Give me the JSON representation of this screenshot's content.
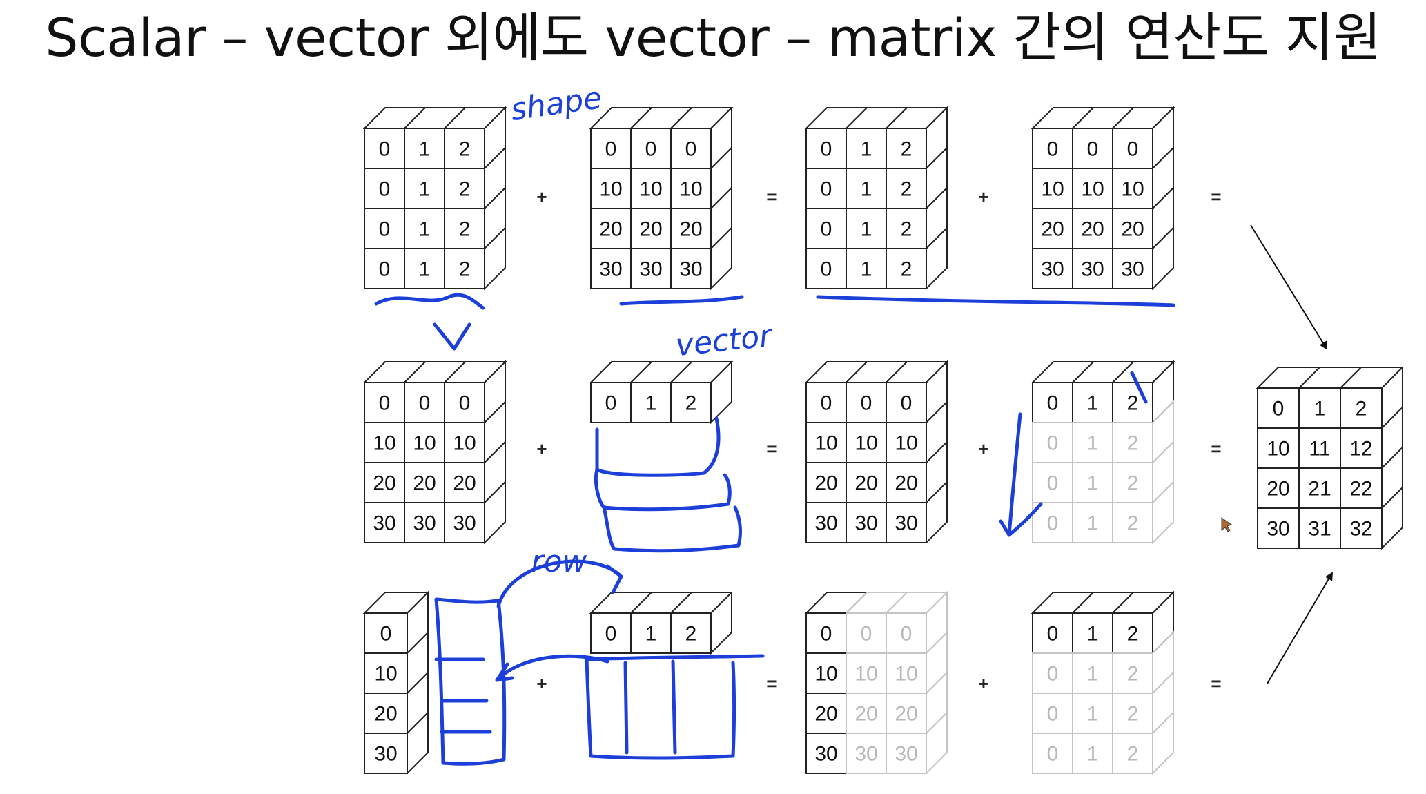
{
  "title": "Scalar – vector 외에도 vector – matrix 간의 연산도 지원",
  "colors": {
    "ink": "#1d3fd9",
    "stroke": "#222222",
    "faded": "#c4c4c4",
    "cell_text": "#111111",
    "faded_text": "#b8b8b8"
  },
  "operators": {
    "plus": "+",
    "equals": "="
  },
  "annotations": {
    "shape": "shape",
    "vector": "vector",
    "row": "row"
  },
  "rows": [
    {
      "row_id": "top",
      "blocks": [
        {
          "id": "a",
          "values": [
            [
              "0",
              "1",
              "2"
            ],
            [
              "0",
              "1",
              "2"
            ],
            [
              "0",
              "1",
              "2"
            ],
            [
              "0",
              "1",
              "2"
            ]
          ],
          "faded": []
        },
        {
          "id": "b",
          "values": [
            [
              "0",
              "0",
              "0"
            ],
            [
              "10",
              "10",
              "10"
            ],
            [
              "20",
              "20",
              "20"
            ],
            [
              "30",
              "30",
              "30"
            ]
          ],
          "faded": []
        },
        {
          "id": "c",
          "values": [
            [
              "0",
              "1",
              "2"
            ],
            [
              "0",
              "1",
              "2"
            ],
            [
              "0",
              "1",
              "2"
            ],
            [
              "0",
              "1",
              "2"
            ]
          ],
          "faded": []
        },
        {
          "id": "d",
          "values": [
            [
              "0",
              "0",
              "0"
            ],
            [
              "10",
              "10",
              "10"
            ],
            [
              "20",
              "20",
              "20"
            ],
            [
              "30",
              "30",
              "30"
            ]
          ],
          "faded": []
        }
      ]
    },
    {
      "row_id": "middle",
      "blocks": [
        {
          "id": "a",
          "values": [
            [
              "0",
              "0",
              "0"
            ],
            [
              "10",
              "10",
              "10"
            ],
            [
              "20",
              "20",
              "20"
            ],
            [
              "30",
              "30",
              "30"
            ]
          ],
          "faded": []
        },
        {
          "id": "b",
          "values": [
            [
              "0",
              "1",
              "2"
            ]
          ],
          "faded": []
        },
        {
          "id": "c",
          "values": [
            [
              "0",
              "0",
              "0"
            ],
            [
              "10",
              "10",
              "10"
            ],
            [
              "20",
              "20",
              "20"
            ],
            [
              "30",
              "30",
              "30"
            ]
          ],
          "faded": []
        },
        {
          "id": "d",
          "values": [
            [
              "0",
              "1",
              "2"
            ],
            [
              "0",
              "1",
              "2"
            ],
            [
              "0",
              "1",
              "2"
            ],
            [
              "0",
              "1",
              "2"
            ]
          ],
          "faded": [
            1,
            2,
            3
          ]
        }
      ]
    },
    {
      "row_id": "bottom",
      "blocks": [
        {
          "id": "a",
          "values": [
            [
              "0"
            ],
            [
              "10"
            ],
            [
              "20"
            ],
            [
              "30"
            ]
          ],
          "faded": []
        },
        {
          "id": "b",
          "values": [
            [
              "0",
              "1",
              "2"
            ]
          ],
          "faded": []
        },
        {
          "id": "c",
          "values": [
            [
              "0",
              "0",
              "0"
            ],
            [
              "10",
              "10",
              "10"
            ],
            [
              "20",
              "20",
              "20"
            ],
            [
              "30",
              "30",
              "30"
            ]
          ],
          "faded_cols": [
            1,
            2
          ]
        },
        {
          "id": "d",
          "values": [
            [
              "0",
              "1",
              "2"
            ],
            [
              "0",
              "1",
              "2"
            ],
            [
              "0",
              "1",
              "2"
            ],
            [
              "0",
              "1",
              "2"
            ]
          ],
          "faded": [
            1,
            2,
            3
          ]
        }
      ]
    }
  ],
  "result": {
    "values": [
      [
        "0",
        "1",
        "2"
      ],
      [
        "10",
        "11",
        "12"
      ],
      [
        "20",
        "21",
        "22"
      ],
      [
        "30",
        "31",
        "32"
      ]
    ]
  }
}
